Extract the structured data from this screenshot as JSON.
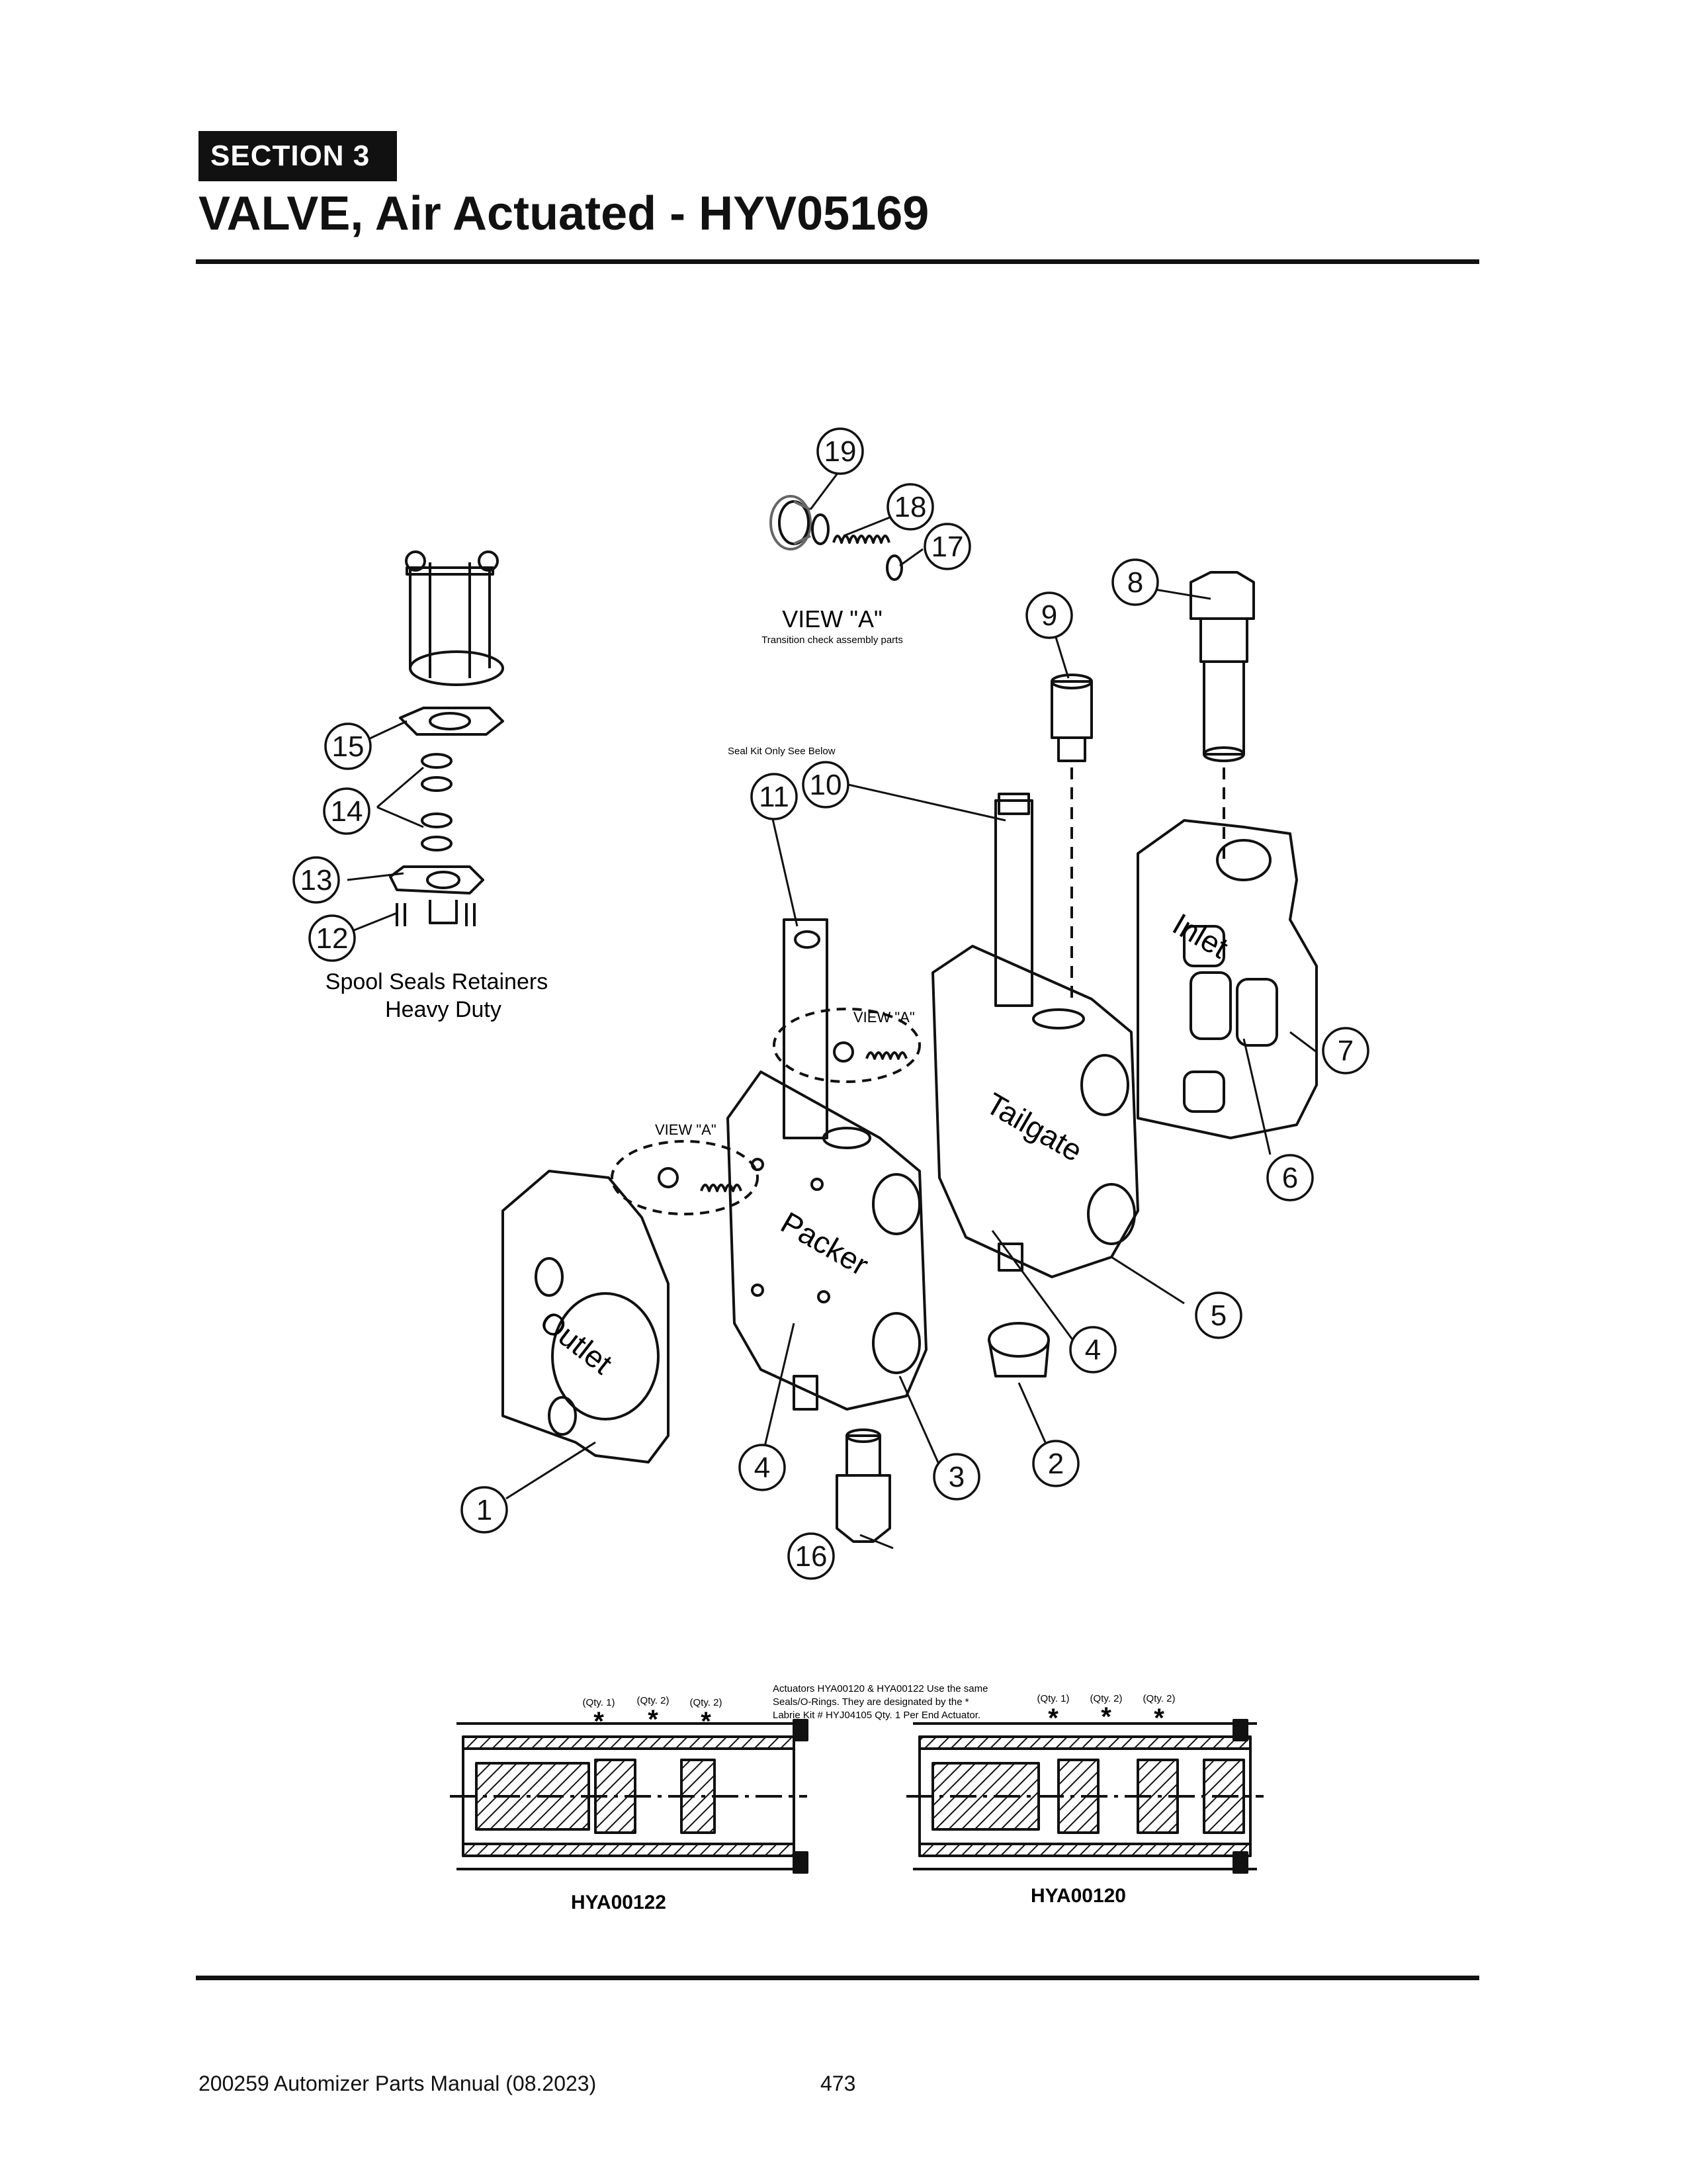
{
  "header": {
    "section": "SECTION  3",
    "title": "VALVE, Air Actuated - HYV05169"
  },
  "view_a": {
    "title": "VIEW \"A\"",
    "subtitle": "Transition check assembly parts",
    "inline_label": "VIEW \"A\""
  },
  "seal_kit_note": "Seal Kit Only See Below",
  "spool_label": [
    "Spool Seals Retainers",
    "Heavy Duty"
  ],
  "section_labels": {
    "inlet": "Inlet",
    "tailgate": "Tailgate",
    "packer": "Packer",
    "outlet": "Outlet"
  },
  "callouts": [
    "1",
    "2",
    "3",
    "4",
    "5",
    "6",
    "7",
    "8",
    "9",
    "10",
    "11",
    "12",
    "13",
    "14",
    "15",
    "16",
    "17",
    "18",
    "19"
  ],
  "actuator_note": [
    "Actuators HYA00120 & HYA00122 Use the same",
    "Seals/O-Rings. They are designated by the *",
    "Labrie Kit #  HYJ04105 Qty. 1 Per End Actuator."
  ],
  "qty_labels": [
    "(Qty. 1)",
    "(Qty. 2)",
    "(Qty. 2)"
  ],
  "actuators": [
    "HYA00122",
    "HYA00120"
  ],
  "footer": {
    "manual": "200259 Automizer Parts Manual (08.2023)",
    "page": "473"
  }
}
